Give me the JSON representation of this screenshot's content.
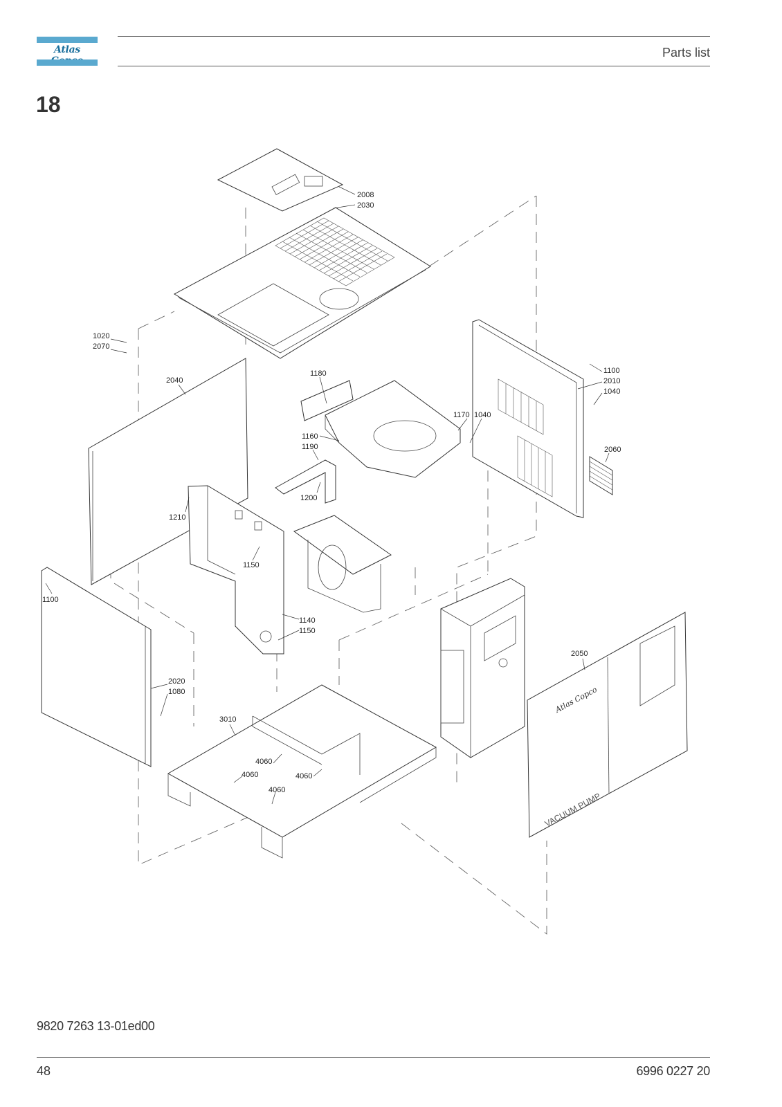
{
  "header": {
    "brand": "Atlas Copco",
    "title": "Parts list"
  },
  "section": {
    "number": "18"
  },
  "drawing": {
    "callouts": {
      "c2008": "2008",
      "c2030": "2030",
      "c1020": "1020",
      "c2070": "2070",
      "c2040": "2040",
      "c1180": "1180",
      "c1100a": "1100",
      "c2010": "2010",
      "c1040a": "1040",
      "c1170": "1170",
      "c1040b": "1040",
      "c1160": "1160",
      "c1190": "1190",
      "c2060": "2060",
      "c1200": "1200",
      "c1210": "1210",
      "c1150a": "1150",
      "c1100b": "1100",
      "c1140": "1140",
      "c1150b": "1150",
      "c2050": "2050",
      "c2020": "2020",
      "c1080": "1080",
      "c3010": "3010",
      "c4060a": "4060",
      "c4060b": "4060",
      "c4060c": "4060",
      "c4060d": "4060"
    }
  },
  "footer": {
    "doc_code": "9820 7263 13-01ed00",
    "page_number": "48",
    "part_number": "6996 0227 20"
  }
}
